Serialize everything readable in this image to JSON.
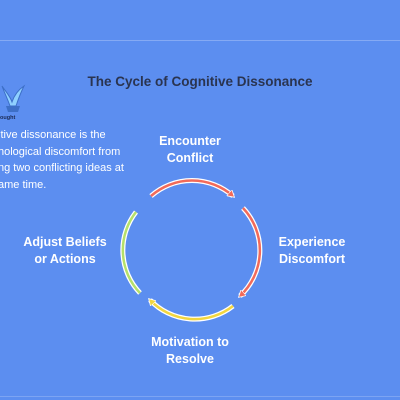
{
  "title": "The Cycle of Cognitive Dissonance",
  "logo": {
    "icon": "brain-logo-icon",
    "text": "ought"
  },
  "description": {
    "lines": [
      "itive dissonance is the",
      "hological discomfort from",
      "ng two conflicting ideas at",
      "ame time."
    ]
  },
  "cycle": {
    "nodes": [
      {
        "lines": [
          "Encounter",
          "Conflict"
        ]
      },
      {
        "lines": [
          "Experience",
          "Discomfort"
        ]
      },
      {
        "lines": [
          "Motivation to",
          "Resolve"
        ]
      },
      {
        "lines": [
          "Adjust Beliefs",
          "or Actions"
        ]
      }
    ],
    "colors": {
      "arc_1": "#f26a5a",
      "arc_2": "#f26a5a",
      "arc_3": "#f2d640",
      "arc_4": "#b5e06a",
      "outline": "#ffffff"
    }
  }
}
